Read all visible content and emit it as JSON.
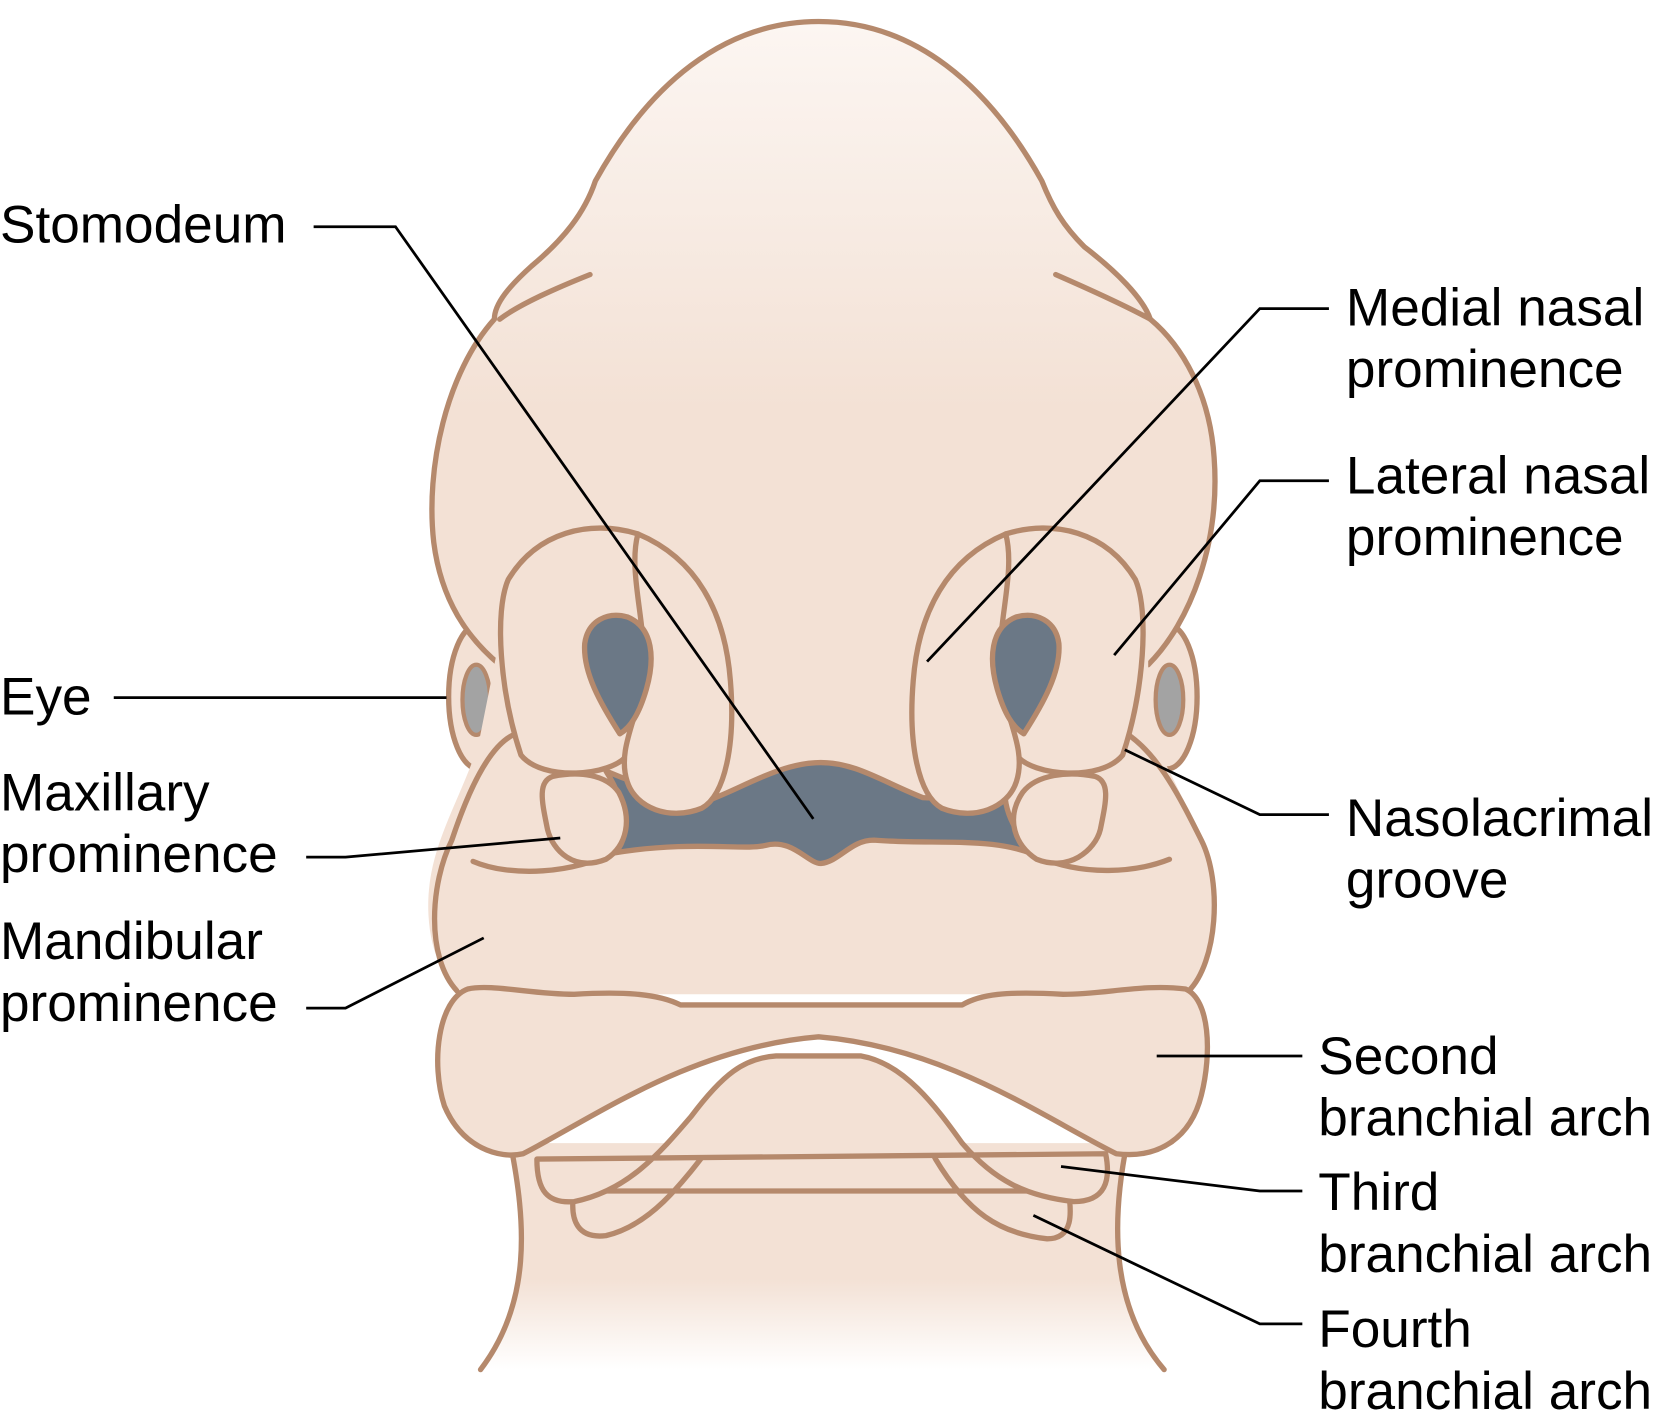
{
  "title": "Embryonic face structures",
  "colors": {
    "skin": "#f3e1d5",
    "outline": "#b5896c",
    "cavity": "#6b7886",
    "eye": "#a3a3a3"
  },
  "labels": {
    "stomodeum": [
      "Stomodeum"
    ],
    "eye": [
      "Eye"
    ],
    "maxillary": [
      "Maxillary",
      "prominence"
    ],
    "mandibular": [
      "Mandibular",
      "prominence"
    ],
    "medial_nasal": [
      "Medial nasal",
      "prominence"
    ],
    "lateral_nasal": [
      "Lateral nasal",
      "prominence"
    ],
    "nasolacrimal": [
      "Nasolacrimal",
      "groove"
    ],
    "second_arch": [
      "Second",
      "branchial arch"
    ],
    "third_arch": [
      "Third",
      "branchial arch"
    ],
    "fourth_arch": [
      "Fourth",
      "branchial arch"
    ]
  }
}
